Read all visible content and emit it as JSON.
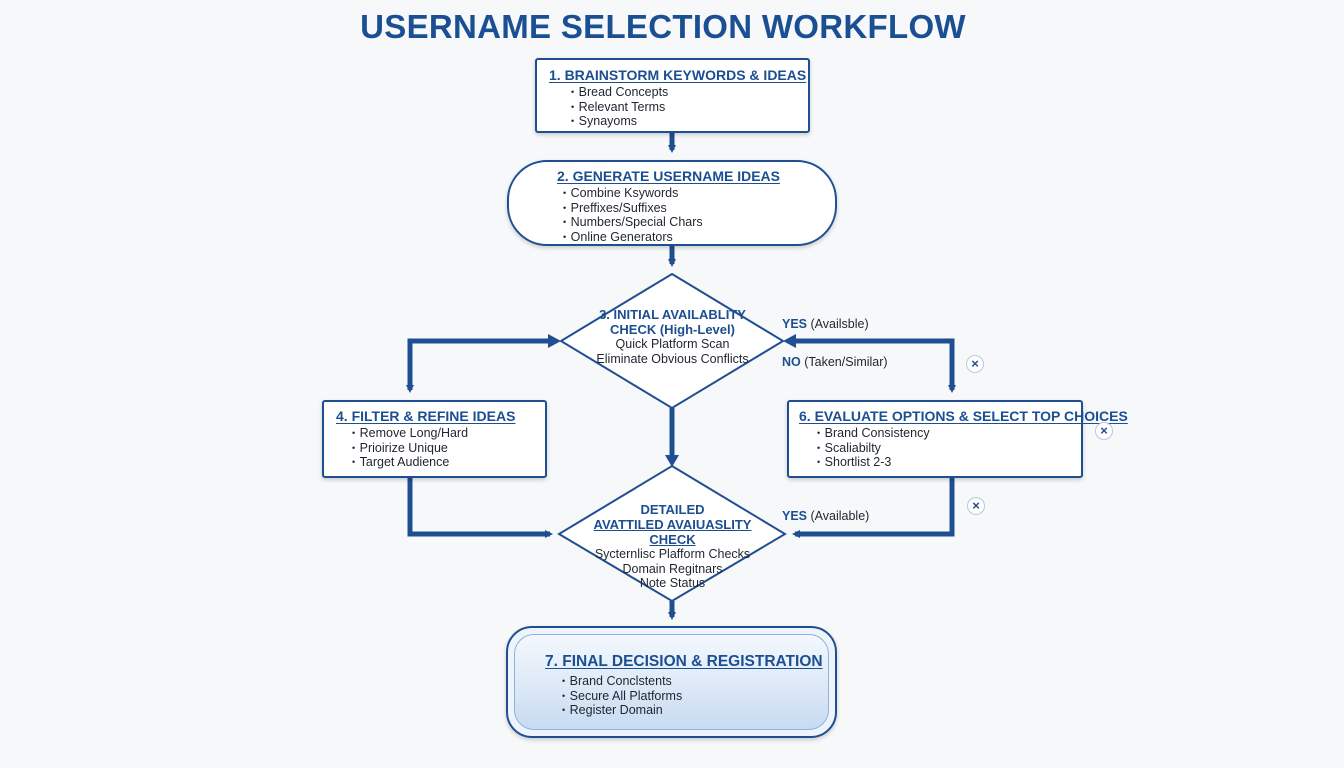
{
  "title": "USERNAME SELECTION WORKFLOW",
  "steps": {
    "brainstorm": {
      "title": "1. BRAINSTORM KEYWORDS & IDEAS",
      "items": [
        "Bread Concepts",
        "Relevant Terms",
        "Synayoms"
      ]
    },
    "generate": {
      "title": "2. GENERATE USERNAME IDEAS",
      "items": [
        "Combine Ksywords",
        "Preffixes/Suffixes",
        "Numbers/Special Chars",
        "Online Generators"
      ]
    },
    "initial_check": {
      "title_lines": [
        "3. INITIAL AVAILABLITY",
        "CHECK (High-Level)"
      ],
      "items": [
        "Quick Platform Scan",
        "Eliminate Obvious Conflicts"
      ]
    },
    "filter": {
      "title": "4. FILTER & REFINE IDEAS",
      "items": [
        "Remove Long/Hard",
        "Prioirize Unique",
        "Target Audience"
      ]
    },
    "detailed_check": {
      "title_lines": [
        "DETAILED",
        "AVATTILED AVAIUASLITY CHECK"
      ],
      "items": [
        "Sycternlisc Plafform Checks",
        "Domain Regitnars",
        "Note Status"
      ]
    },
    "evaluate": {
      "title": "6. EVALUATE OPTIONS & SELECT TOP CHOICES",
      "items": [
        "Brand Consistency",
        "Scaliabilty",
        "Shortlist 2-3"
      ]
    },
    "final": {
      "title": "7. FINAL DECISION & REGISTRATION",
      "items": [
        "Brand Conclstents",
        "Secure All Platforms",
        "Register Domain"
      ]
    }
  },
  "edge_labels": {
    "yes_initial": {
      "keyword": "YES",
      "text": "(Availsble)"
    },
    "no_initial": {
      "keyword": "NO",
      "text": "(Taken/Similar)"
    },
    "yes_detailed": {
      "keyword": "YES",
      "text": "(Available)"
    }
  },
  "close_glyph": "×",
  "colors": {
    "primary": "#1c4e92",
    "connector": "#1f4f91",
    "final_fill": "#d3e3f4"
  }
}
